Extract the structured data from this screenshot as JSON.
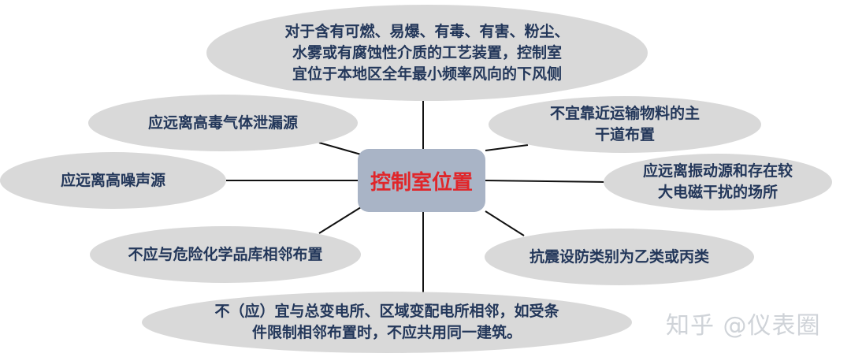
{
  "center": {
    "label": "控制室位置",
    "color": "#e0262a",
    "box_color": "#a9b4c6"
  },
  "nodes": [
    {
      "id": "top",
      "text": "对于含有可燃、易爆、有毒、有害、粉尘、\n水雾或有腐蚀性介质的工艺装置，控制室\n宜位于本地区全年最小频率风向的下风侧"
    },
    {
      "id": "upper-left",
      "text": "应远离高毒气体泄漏源"
    },
    {
      "id": "mid-left",
      "text": "应远离高噪声源"
    },
    {
      "id": "lower-left",
      "text": "不应与危险化学品库相邻布置"
    },
    {
      "id": "upper-right",
      "text": "不宜靠近运输物料的主\n干道布置"
    },
    {
      "id": "mid-right",
      "text": "应远离振动源和存在较\n大电磁干扰的场所"
    },
    {
      "id": "lower-right",
      "text": "抗震设防类别为乙类或丙类"
    },
    {
      "id": "bottom",
      "text": "不（应）宜与总变电所、区域变配电所相邻，如受条\n件限制相邻布置时，不应共用同一建筑。"
    }
  ],
  "watermark": "知乎 @仪表圈"
}
